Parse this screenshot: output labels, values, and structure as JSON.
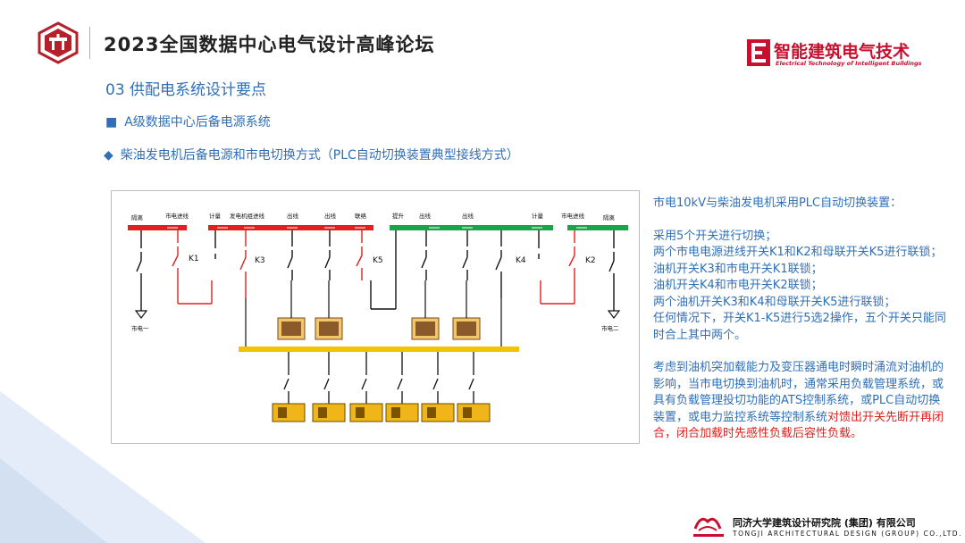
{
  "header": {
    "forum_title": "2023全国数据中心电气设计高峰论坛",
    "brand_name": "智能建筑电气技术",
    "brand_sub": "Electrical Technology of Intelligent Buildings"
  },
  "section_title": "03  供配电系统设计要点",
  "bullets": [
    {
      "marker": "■",
      "text": "A级数据中心后备电源系统"
    },
    {
      "marker": "◆",
      "text": "柴油发电机后备电源和市电切换方式（PLC自动切换装置典型接线方式）"
    }
  ],
  "diagram": {
    "top_labels": [
      "隔离",
      "市电进线",
      "计量",
      "发电机组进线",
      "出线",
      "出线",
      "联络",
      "提升",
      "出线",
      "出线",
      "计量",
      "市电进线",
      "隔离"
    ],
    "switch_labels": [
      "K1",
      "K3",
      "K5",
      "K4",
      "K2"
    ],
    "source_labels": [
      "市电一",
      "市电二"
    ]
  },
  "description": {
    "intro": "市电10kV与柴油发电机采用PLC自动切换装置：",
    "lines": [
      "采用5个开关进行切换；",
      "两个市电电源进线开关K1和K2和母联开关K5进行联锁；",
      "油机开关K3和市电开关K1联锁；",
      "油机开关K4和市电开关K2联锁；",
      "两个油机开关K3和K4和母联开关K5进行联锁；",
      "任何情况下，开关K1-K5进行5选2操作，五个开关只能同时合上其中两个。"
    ],
    "para2_normal": "考虑到油机突加载能力及变压器通电时瞬时涌流对油机的影响，当市电切换到油机时，通常采用负载管理系统，或具有负载管理投切功能的ATS控制系统，或PLC自动切换装置，或电力监控系统等控制系统",
    "para2_red": "对馈出开关先断开再闭合，闭合加载时先感性负载后容性负载。"
  },
  "footer": {
    "name": "同济大学建筑设计研究院 (集团) 有限公司",
    "sub": "TONGJI ARCHITECTURAL DESIGN (GROUP) CO.,LTD."
  },
  "colors": {
    "accent_blue": "#2f6fb8",
    "brand_red": "#c8102e",
    "bus_red": "#e0201c",
    "bus_green": "#19a34a",
    "bus_yellow": "#f2c300"
  }
}
